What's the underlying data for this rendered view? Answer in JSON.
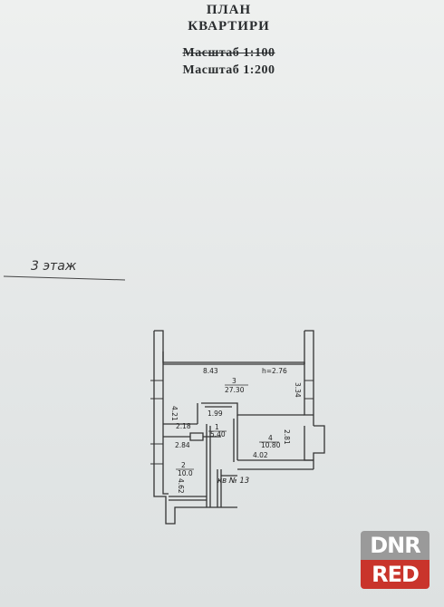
{
  "document": {
    "title_line1": "ПЛАН",
    "title_line2": "КВАРТИРИ",
    "scale_struck": "Масштаб 1:100",
    "scale_current": "Масштаб 1:200",
    "floor_label": "3 этаж"
  },
  "plan": {
    "room3": {
      "number": "3",
      "area": "27.30",
      "width": "8.43",
      "height_mark": "h=2.76",
      "side_left": "4.21",
      "side_right": "3.34"
    },
    "room1": {
      "number": "1",
      "area": "5.40",
      "top": "1.99",
      "left": "2.18"
    },
    "room2": {
      "number": "2",
      "area": "10.0",
      "width": "2.84",
      "side": "4.62"
    },
    "room4": {
      "number": "4",
      "area": "10.80",
      "side": "2.81",
      "bottom": "4.02"
    },
    "apartment_mark": "кв № 13"
  },
  "watermark": {
    "line1": "DNR",
    "line2": "RED"
  },
  "colors": {
    "paper": "#e6e9e9",
    "ink": "#2a2d2f",
    "watermark_gray": "#9a9a9a",
    "watermark_red": "#c9342b"
  }
}
